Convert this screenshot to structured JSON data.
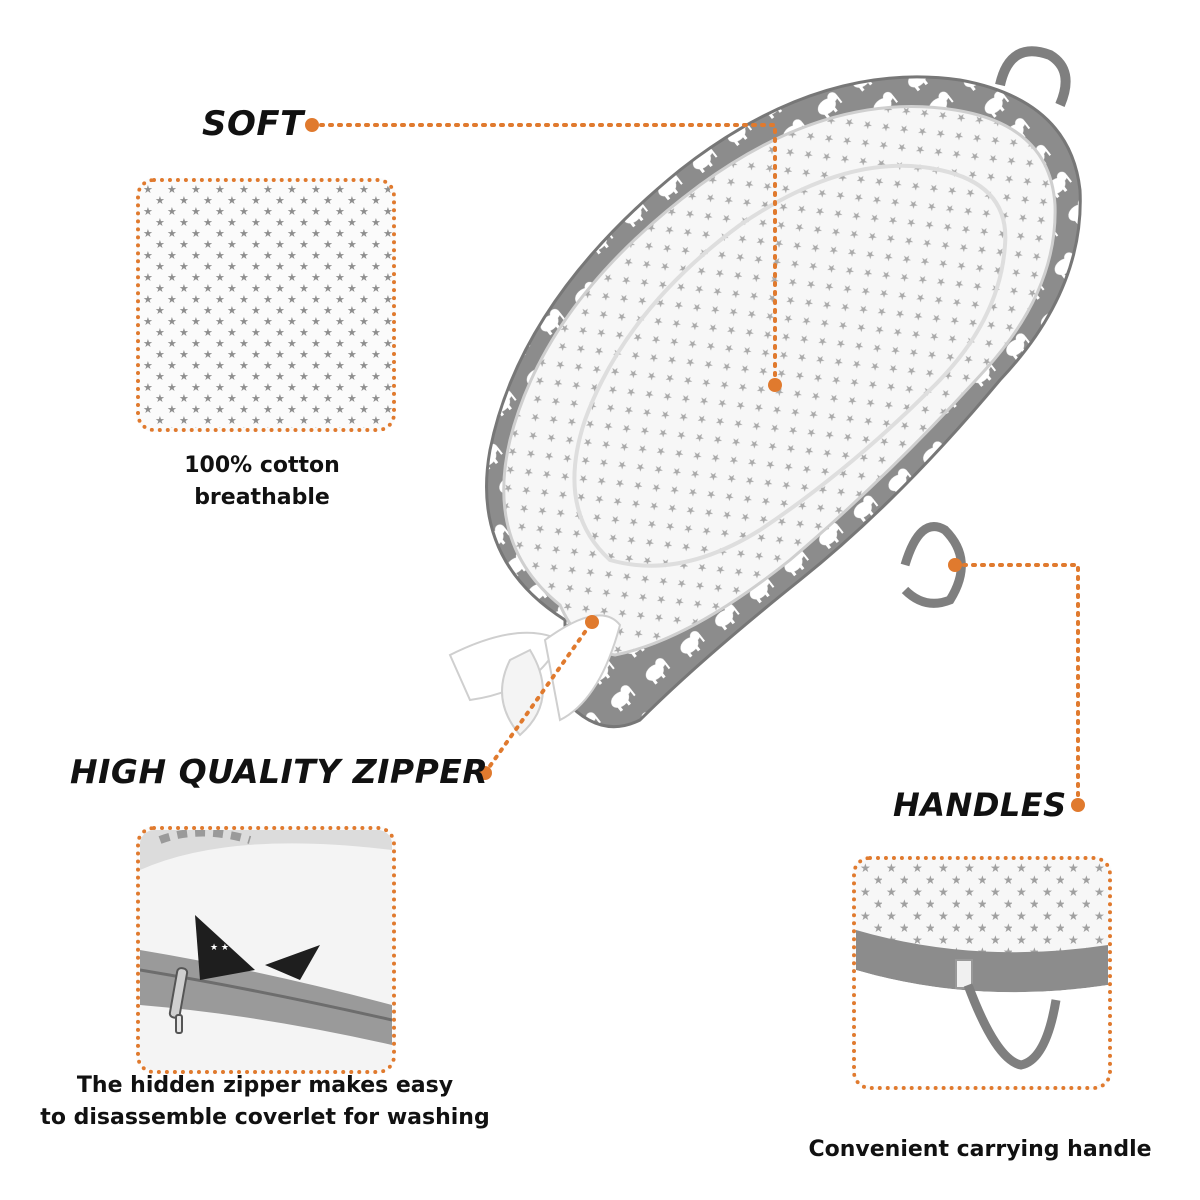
{
  "callouts": {
    "soft": {
      "title": "SOFT",
      "caption_line1": "100% cotton",
      "caption_line2": "breathable"
    },
    "zipper": {
      "title": "HIGH QUALITY ZIPPER",
      "caption_line1": "The hidden zipper makes easy",
      "caption_line2": "to disassemble coverlet for washing"
    },
    "handles": {
      "title": "HANDLES",
      "caption_line1": "Convenient carrying handle"
    }
  },
  "colors": {
    "accent": "#e07a2e",
    "fabric_gray": "#8a8a8a",
    "star_gray": "#a8a8a8",
    "fabric_white": "#f6f6f6"
  },
  "icons": {
    "product": "baby-lounger-nest",
    "pattern_main": "star-print",
    "pattern_side": "elephant-print"
  }
}
